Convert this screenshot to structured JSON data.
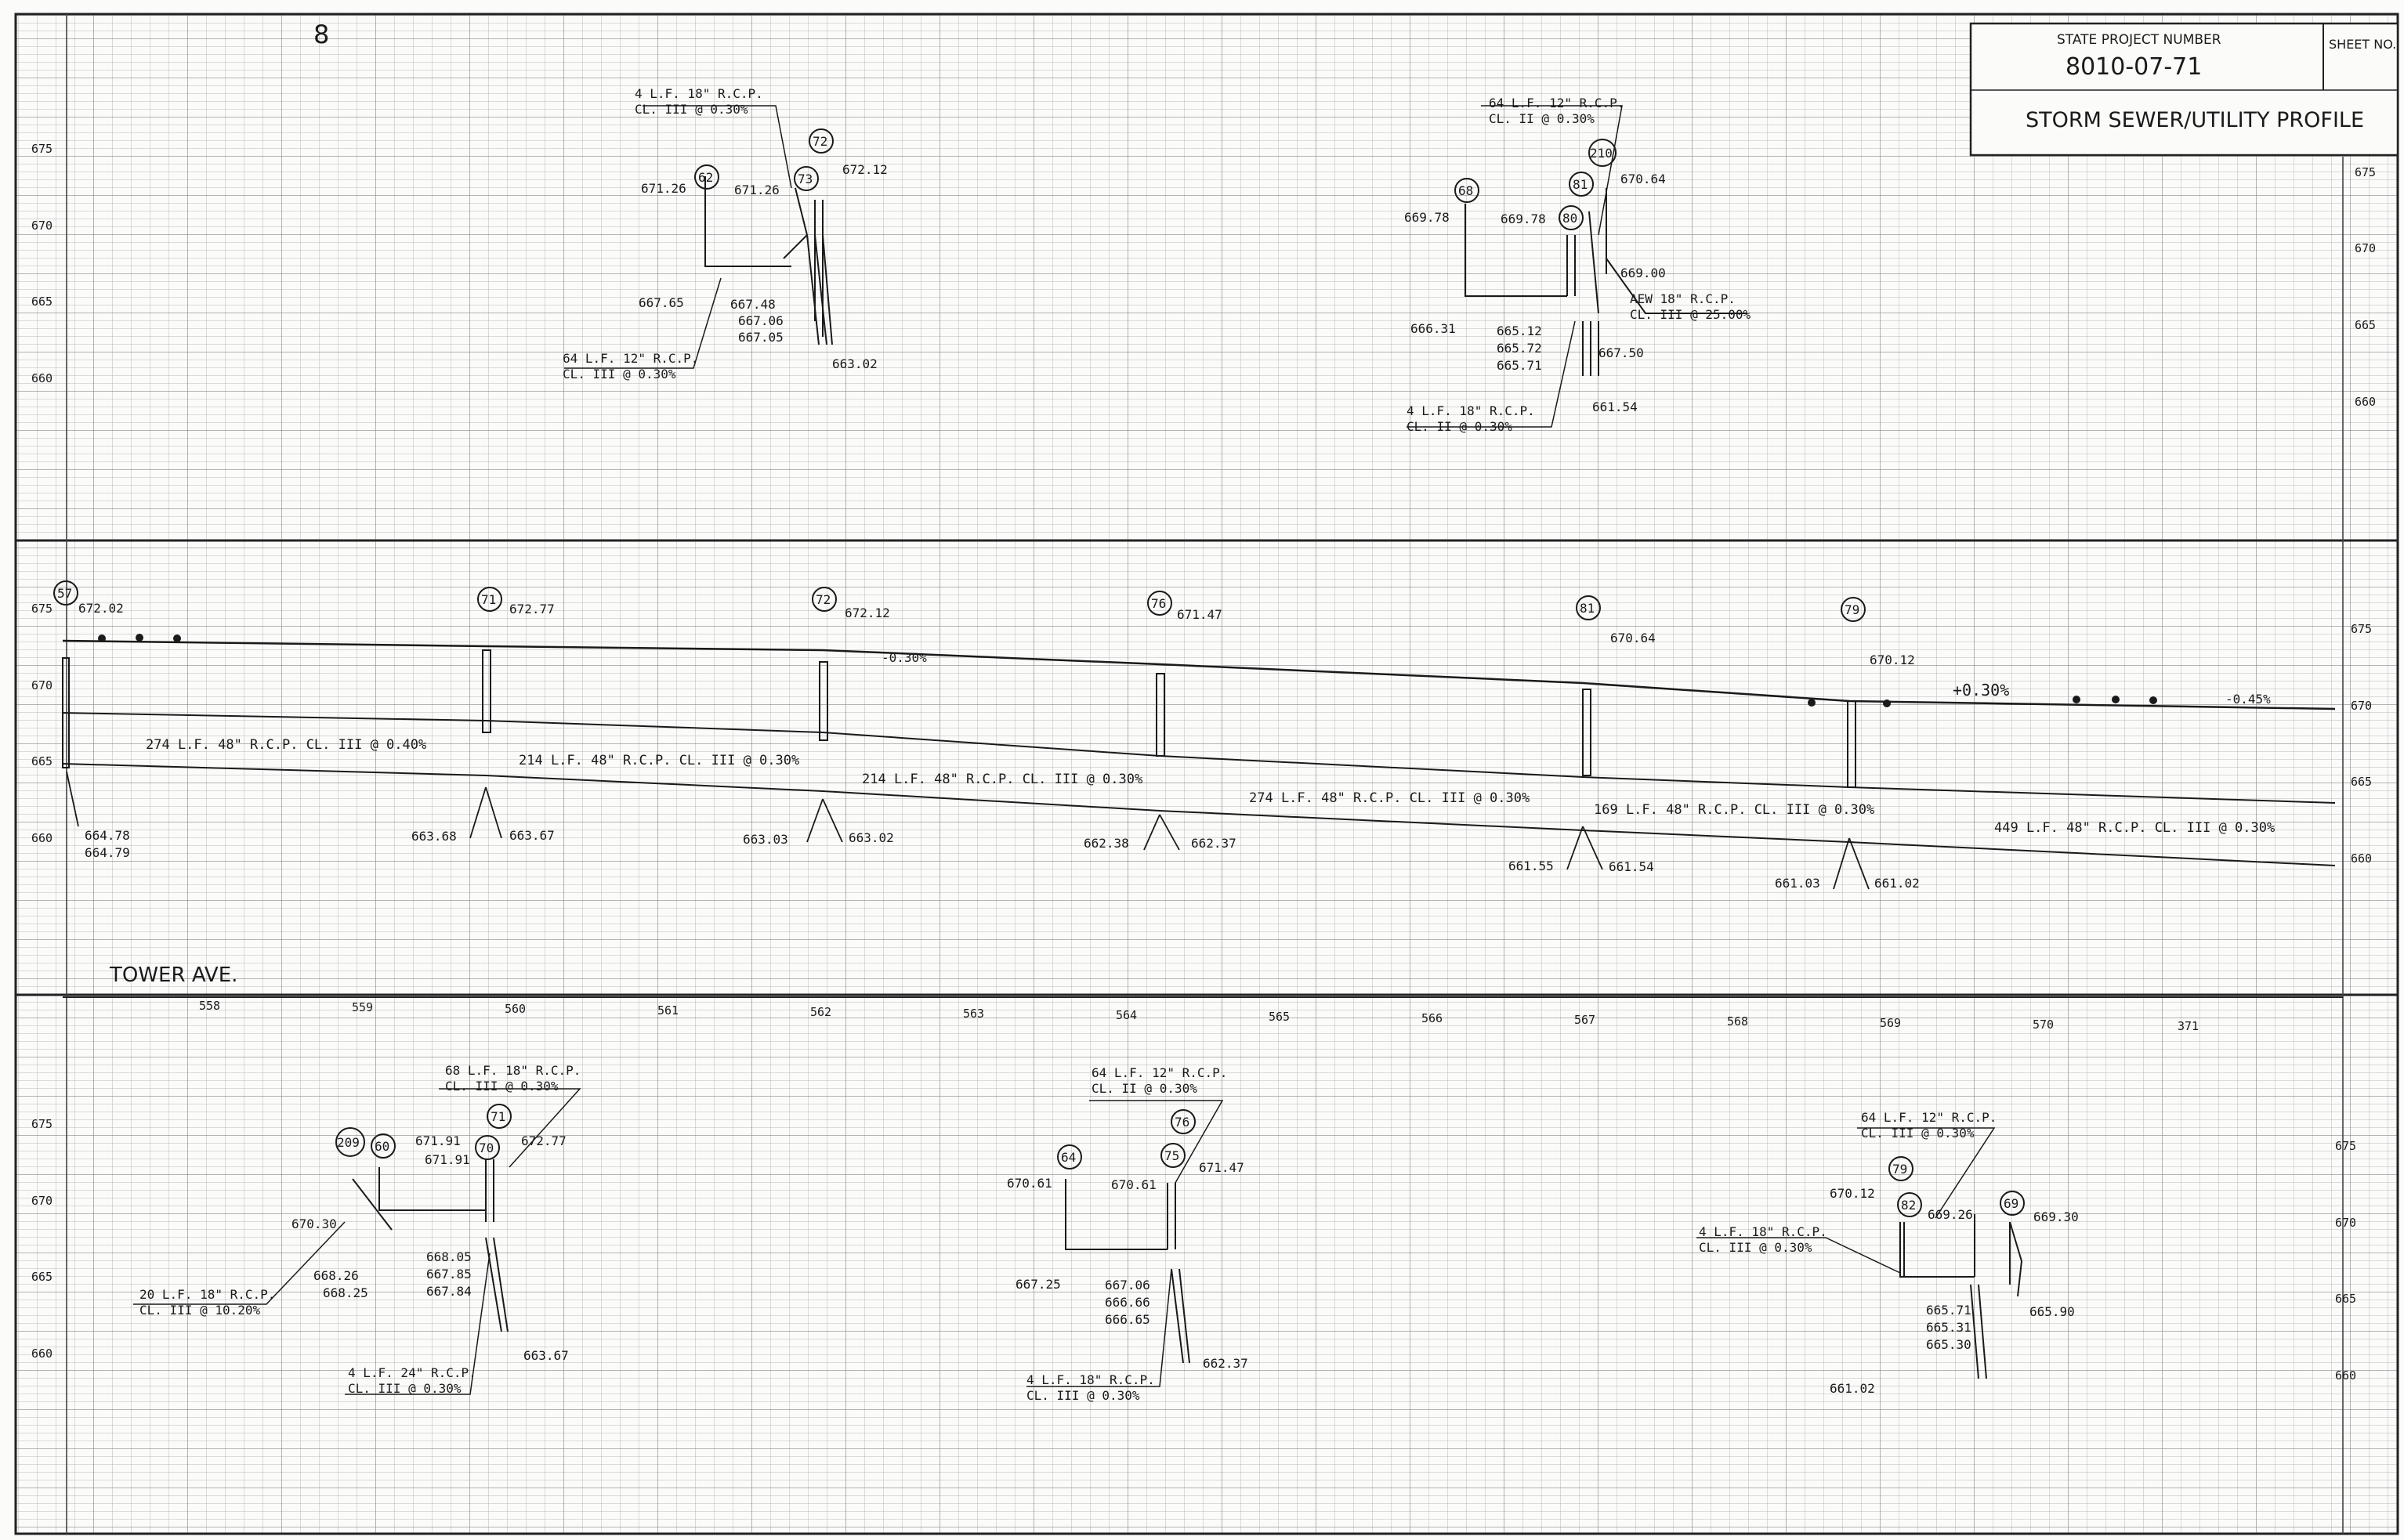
{
  "sheet": {
    "page_mark": "8",
    "title_block": {
      "project_label": "STATE PROJECT NUMBER",
      "project_number": "8010-07-71",
      "sheet_label": "SHEET NO.",
      "title": "STORM SEWER/UTILITY PROFILE"
    },
    "colors": {
      "ink": "#1a1a1a",
      "grid": "#b9b9b9",
      "paper": "#fbfbfa"
    }
  },
  "panels": {
    "top": {
      "elev_labels_left": [
        "675",
        "670",
        "665",
        "660"
      ],
      "elev_labels_right": [
        "675",
        "670",
        "665",
        "660"
      ],
      "left_detail": {
        "pipe_note_1": {
          "l1": "4 L.F. 18\" R.C.P.",
          "l2": "CL. III @ 0.30%"
        },
        "pipe_note_2": {
          "l1": "64 L.F. 12\" R.C.P.",
          "l2": "CL. III @ 0.30%"
        },
        "structures": [
          "62",
          "73",
          "72"
        ],
        "elevations": [
          "671.26",
          "671.26",
          "672.12",
          "667.65",
          "667.48",
          "667.06",
          "667.05",
          "663.02"
        ]
      },
      "right_detail": {
        "pipe_note_1": {
          "l1": "64 L.F. 12\" R.C.P.",
          "l2": "CL. II @ 0.30%"
        },
        "pipe_note_2": {
          "l1": "AEW 18\" R.C.P.",
          "l2": "CL. III @ 25.00%"
        },
        "pipe_note_3": {
          "l1": "4 L.F. 18\" R.C.P.",
          "l2": "CL. II @ 0.30%"
        },
        "structures": [
          "68",
          "81",
          "80",
          "210"
        ],
        "elevations": [
          "669.78",
          "669.78",
          "670.64",
          "669.00",
          "666.31",
          "665.12",
          "665.72",
          "665.71",
          "667.50",
          "661.54"
        ]
      }
    },
    "middle": {
      "elev_labels_left": [
        "675",
        "670",
        "665",
        "660"
      ],
      "elev_labels_right": [
        "675",
        "670",
        "665",
        "660"
      ],
      "structures": [
        "57",
        "71",
        "72",
        "76",
        "81",
        "79"
      ],
      "rim_elevations": [
        "672.02",
        "672.77",
        "672.12",
        "671.47",
        "670.64",
        "670.12"
      ],
      "invert_elevations": [
        "664.78",
        "664.79",
        "663.68",
        "663.67",
        "663.03",
        "663.02",
        "662.38",
        "662.37",
        "661.55",
        "661.54",
        "661.03",
        "661.02"
      ],
      "grade_notes": [
        "-0.30%",
        "+0.30%",
        "-0.45%"
      ],
      "pipe_notes": [
        "274 L.F. 48\" R.C.P. CL. III @ 0.40%",
        "214 L.F. 48\" R.C.P. CL. III @ 0.30%",
        "214 L.F. 48\" R.C.P. CL. III @ 0.30%",
        "274 L.F. 48\" R.C.P. CL. III @ 0.30%",
        "169 L.F. 48\" R.C.P. CL. III @ 0.30%",
        "449 L.F. 48\" R.C.P. CL. III @ 0.30%"
      ],
      "street_name": "TOWER AVE.",
      "stations": [
        "558",
        "559",
        "560",
        "561",
        "562",
        "563",
        "564",
        "565",
        "566",
        "567",
        "568",
        "569",
        "570",
        "371"
      ]
    },
    "bottom": {
      "elev_labels_left": [
        "675",
        "670",
        "665",
        "660"
      ],
      "elev_labels_right": [
        "675",
        "670",
        "665",
        "660"
      ],
      "left_detail": {
        "pipe_note_1": {
          "l1": "68 L.F. 18\" R.C.P.",
          "l2": "CL. III @ 0.30%"
        },
        "pipe_note_2": {
          "l1": "20 L.F. 18\" R.C.P.",
          "l2": "CL. III @ 10.20%"
        },
        "pipe_note_3": {
          "l1": "4 L.F. 24\" R.C.P.",
          "l2": "CL. III @ 0.30%"
        },
        "structures": [
          "209",
          "60",
          "70",
          "71"
        ],
        "elevations": [
          "671.91",
          "671.91",
          "672.77",
          "670.30",
          "668.26",
          "668.25",
          "668.05",
          "667.85",
          "667.84",
          "663.67"
        ]
      },
      "mid_detail": {
        "pipe_note_1": {
          "l1": "64 L.F. 12\" R.C.P.",
          "l2": "CL. II @ 0.30%"
        },
        "pipe_note_2": {
          "l1": "4 L.F. 18\" R.C.P.",
          "l2": "CL. III @ 0.30%"
        },
        "structures": [
          "64",
          "75",
          "76"
        ],
        "elevations": [
          "670.61",
          "670.61",
          "671.47",
          "667.25",
          "667.06",
          "666.66",
          "666.65",
          "662.37"
        ]
      },
      "right_detail": {
        "pipe_note_1": {
          "l1": "64 L.F. 12\" R.C.P.",
          "l2": "CL. III @ 0.30%"
        },
        "pipe_note_2": {
          "l1": "4 L.F. 18\" R.C.P.",
          "l2": "CL. III @ 0.30%"
        },
        "structures": [
          "79",
          "82",
          "69"
        ],
        "elevations": [
          "670.12",
          "669.26",
          "669.30",
          "665.71",
          "665.31",
          "665.30",
          "665.90",
          "661.02"
        ]
      }
    }
  }
}
